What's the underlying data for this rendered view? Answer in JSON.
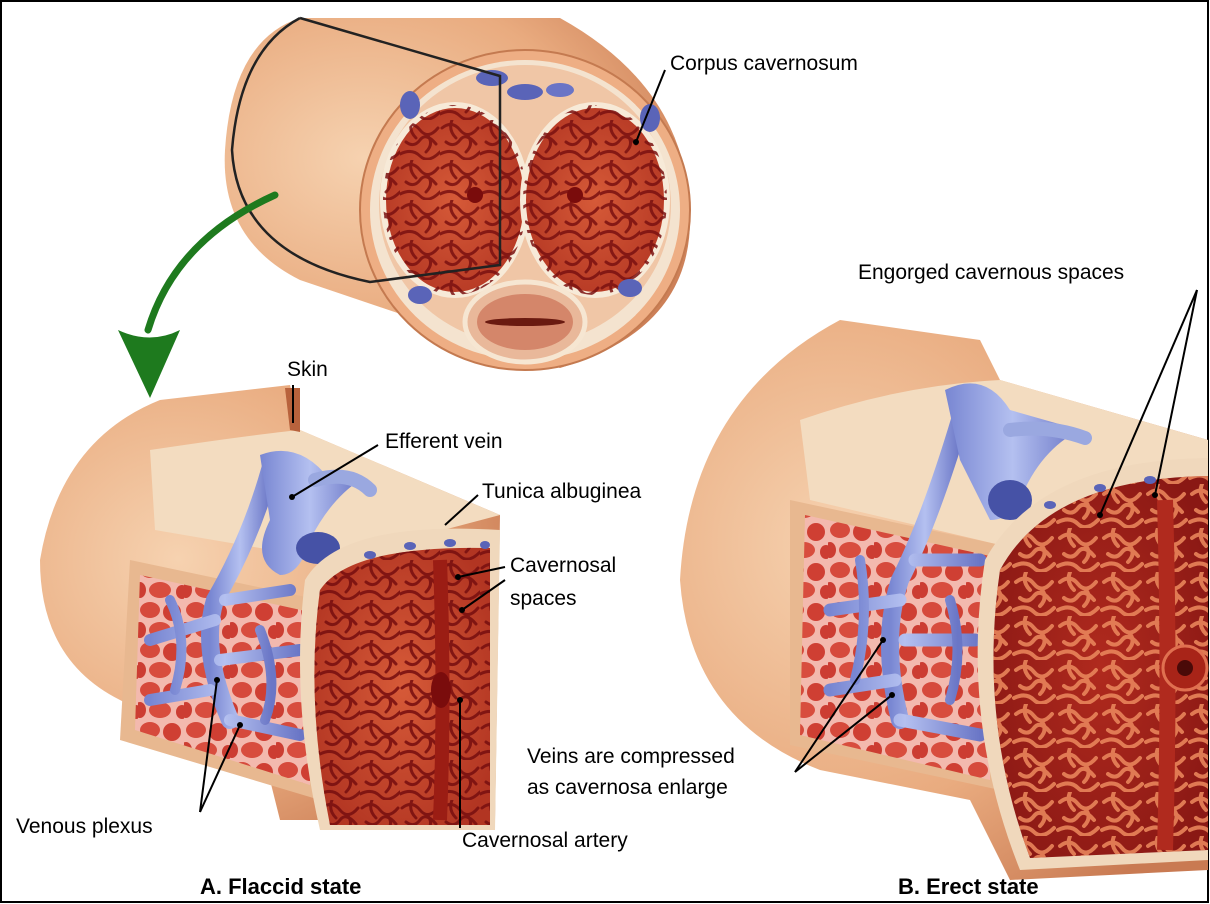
{
  "labels": {
    "corpus_cavernosum": "Corpus cavernosum",
    "skin": "Skin",
    "efferent_vein": "Efferent vein",
    "tunica_albuginea": "Tunica albuginea",
    "cavernosal_spaces_line1": "Cavernosal",
    "cavernosal_spaces_line2": "spaces",
    "venous_plexus": "Venous plexus",
    "cavernosal_artery": "Cavernosal artery",
    "engorged_cavernous_spaces": "Engorged cavernous spaces",
    "veins_compressed_line1": "Veins are compressed",
    "veins_compressed_line2": "as cavernosa enlarge"
  },
  "captions": {
    "flaccid": "A. Flaccid state",
    "erect": "B. Erect state"
  },
  "colors": {
    "skin": "#e6a57a",
    "skin_light": "#f3c9a4",
    "tissue": "#c8462a",
    "tissue_dark": "#8e1a14",
    "vein": "#9aa8e0",
    "vein_dark": "#5a64b8",
    "tunica": "#f2e2c8",
    "arrow": "#1e7a1e"
  }
}
